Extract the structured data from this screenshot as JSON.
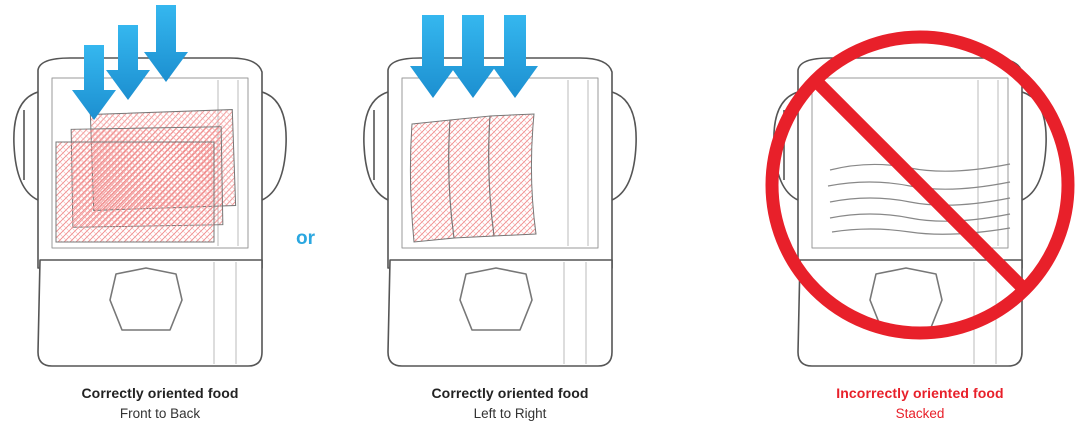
{
  "panels": [
    {
      "title": "Correctly oriented food",
      "subtitle": "Front to Back",
      "status": "correct"
    },
    {
      "title": "Correctly oriented food",
      "subtitle": "Left to Right",
      "status": "correct"
    },
    {
      "title": "Incorrectly oriented food",
      "subtitle": "Stacked",
      "status": "incorrect"
    }
  ],
  "connector_text": "or",
  "colors": {
    "correct_text": "#222222",
    "incorrect_text": "#e8202a",
    "arrow": "#2ba7e0",
    "prohibition": "#e8202a",
    "food_hatch": "#f08a8a",
    "outline": "#555555"
  },
  "icons": [
    "down-arrow-icon",
    "blender-icon",
    "prohibition-icon"
  ]
}
